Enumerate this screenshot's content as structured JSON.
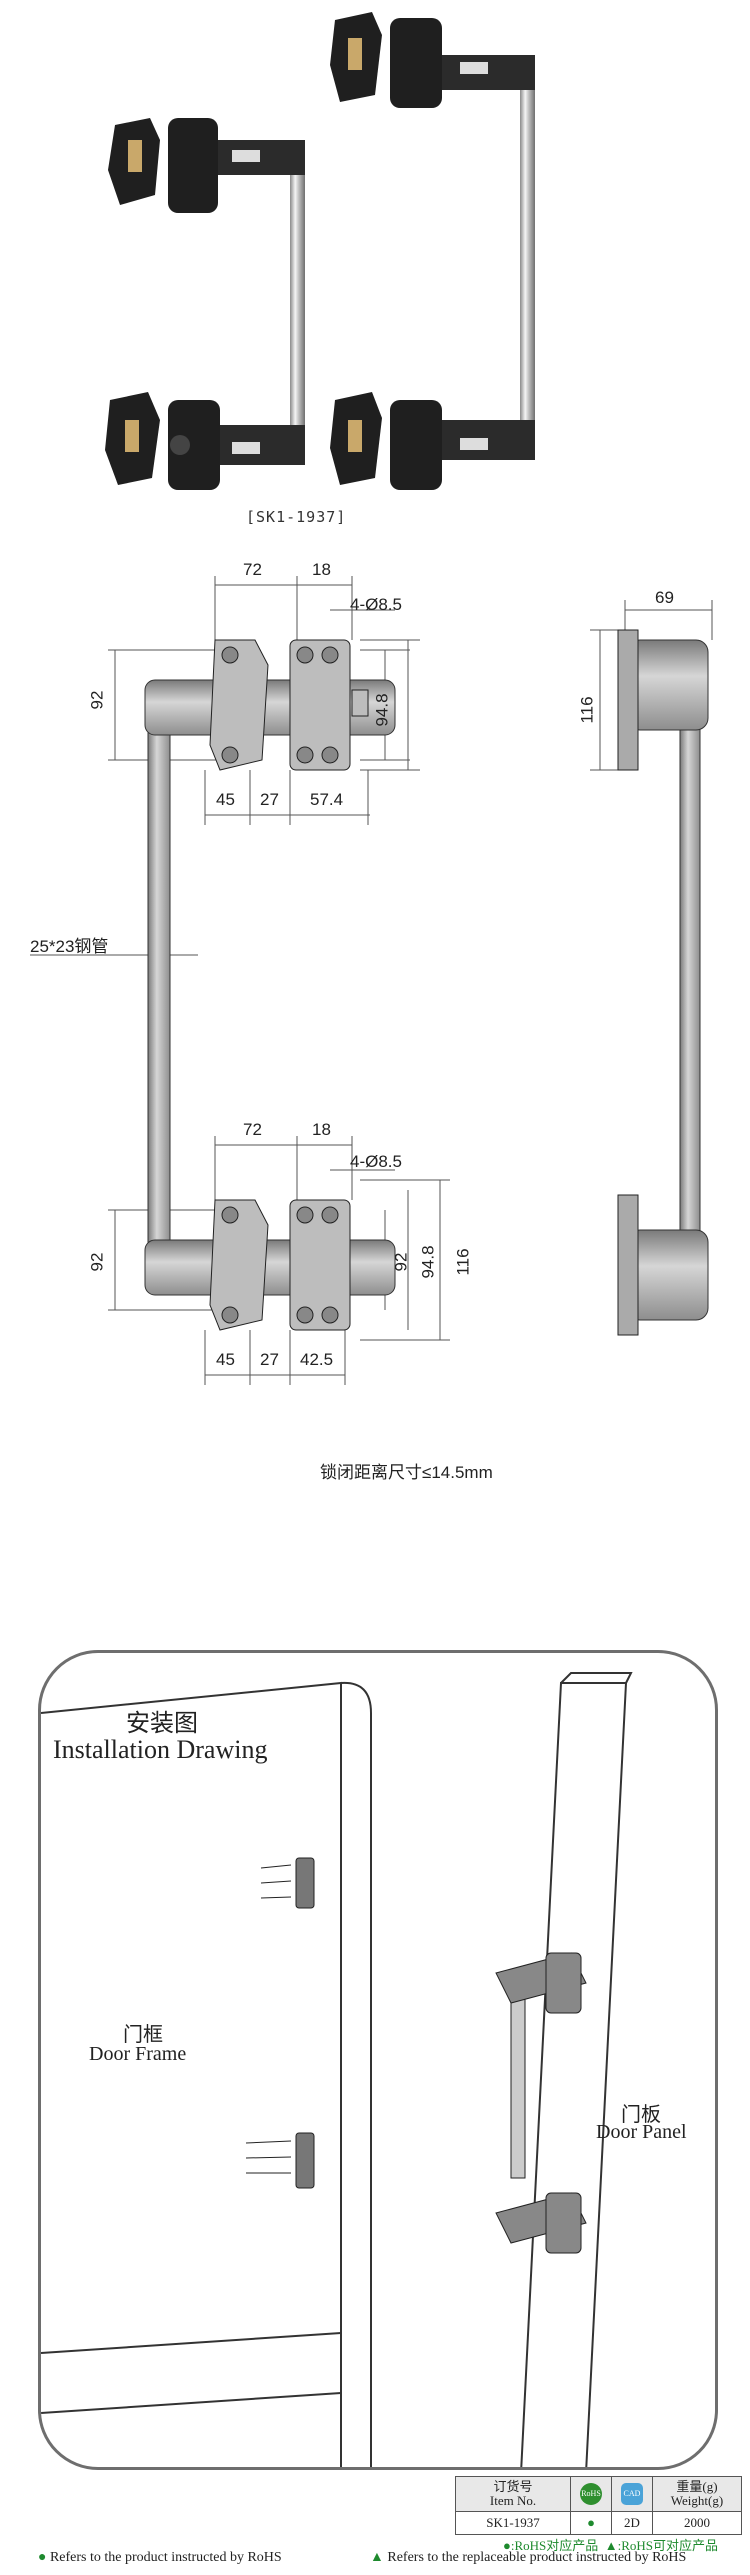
{
  "product_caption": "[SK1-1937]",
  "dims_top": {
    "d72": "72",
    "d18": "18",
    "hole": "4-Ø8.5",
    "d92": "92",
    "d94_8": "94.8",
    "d45": "45",
    "d27": "27",
    "d57_4": "57.4",
    "d69": "69",
    "d116": "116"
  },
  "tube_label": "25*23钢管",
  "dims_bottom": {
    "d72": "72",
    "d18": "18",
    "hole": "4-Ø8.5",
    "d92_left": "92",
    "d92_right": "92",
    "d94_8": "94.8",
    "d116": "116",
    "d45": "45",
    "d27": "27",
    "d42_5": "42.5"
  },
  "lock_distance": "锁闭距离尺寸≤14.5mm",
  "installation": {
    "title_cn": "安装图",
    "title_en": "Installation Drawing",
    "frame_cn": "门框",
    "frame_en": "Door Frame",
    "panel_cn": "门板",
    "panel_en": "Door Panel"
  },
  "spec_table": {
    "h_item_cn": "订货号",
    "h_item_en": "Item No.",
    "h_rohs": "RoHS",
    "h_cad": "CAD",
    "h_weight_cn": "重量(g)",
    "h_weight_en": "Weight(g)",
    "item_no": "SK1-1937",
    "rohs": "●",
    "cad": "2D",
    "weight": "2000"
  },
  "legend": {
    "rohs_mark": "●:RoHS对应产品",
    "rohs_replace": "▲:RoHS可对应产品"
  },
  "footnotes": {
    "left": "Refers to the product instructed by RoHS",
    "right": "Refers to the replaceable product instructed by RoHS"
  }
}
